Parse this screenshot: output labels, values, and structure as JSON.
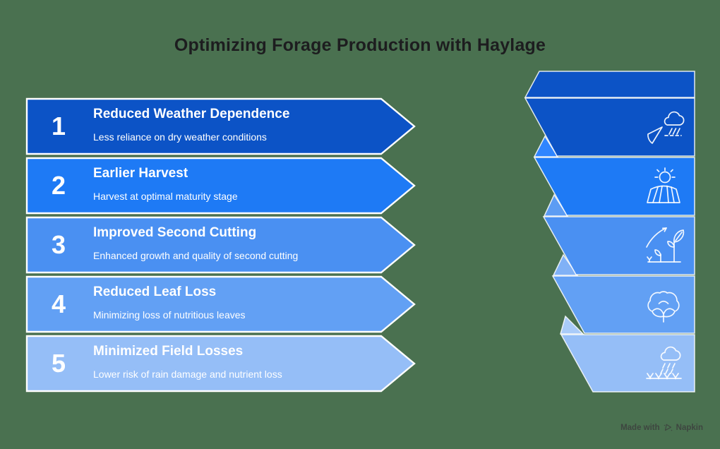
{
  "title": "Optimizing Forage Production with Haylage",
  "background_color": "#4a7150",
  "rows": [
    {
      "number": "1",
      "title": "Reduced Weather Dependence",
      "subtitle": "Less reliance on dry weather conditions",
      "color": "#0c53c6",
      "icon": "wind-rain-cloud-icon"
    },
    {
      "number": "2",
      "title": "Earlier Harvest",
      "subtitle": "Harvest at optimal maturity stage",
      "color": "#1e7af5",
      "icon": "sun-over-field-icon"
    },
    {
      "number": "3",
      "title": "Improved Second Cutting",
      "subtitle": "Enhanced growth and quality of second cutting",
      "color": "#4a90f2",
      "icon": "plant-growth-arrow-icon"
    },
    {
      "number": "4",
      "title": "Reduced Leaf Loss",
      "subtitle": "Minimizing loss of nutritious leaves",
      "color": "#62a0f4",
      "icon": "cotton-boll-icon"
    },
    {
      "number": "5",
      "title": "Minimized Field Losses",
      "subtitle": "Lower risk of rain damage and nutrient loss",
      "color": "#95bef7",
      "icon": "rain-over-crops-icon"
    }
  ],
  "ribbon": {
    "cap_color": "#0c53c6",
    "fold_colors": [
      "#2f85ff",
      "#5c9cf3",
      "#80b1f6",
      "#a9cbf9"
    ],
    "stroke_color": "#e9f1fb"
  },
  "watermark": {
    "text_prefix": "Made with",
    "brand": "Napkin"
  }
}
